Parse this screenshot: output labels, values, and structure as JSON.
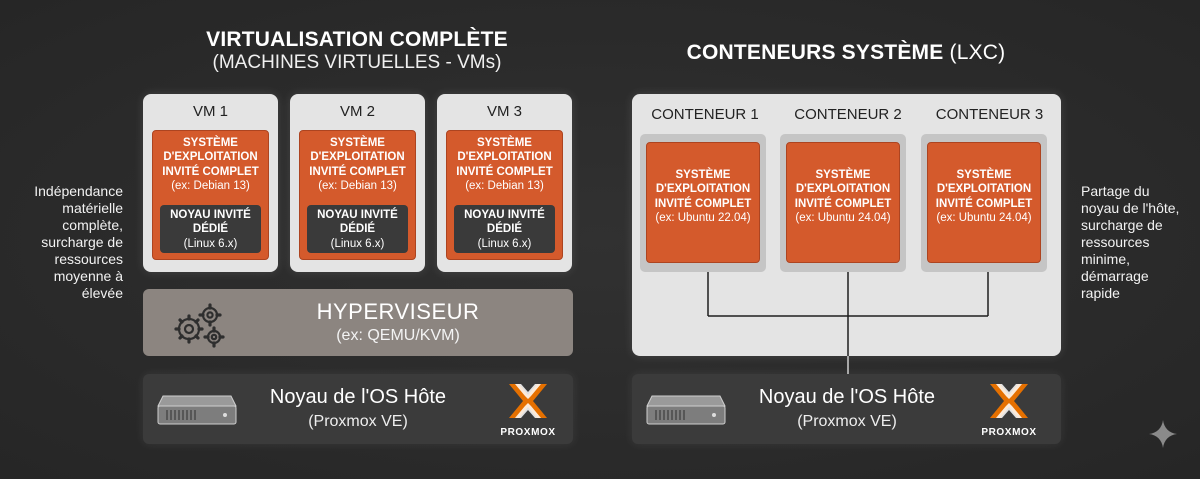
{
  "left": {
    "title_bold": "VIRTUALISATION COMPLÈTE",
    "subtitle": "(MACHINES VIRTUELLES - VMs)",
    "note": "Indépendance matérielle complète, surcharge de ressources moyenne à élevée",
    "vms": [
      {
        "label": "VM 1",
        "os_title": "SYSTÈME D'EXPLOITATION INVITÉ COMPLET",
        "os_ex": "(ex: Debian 13)",
        "kernel_title": "NOYAU INVITÉ DÉDIÉ",
        "kernel_ver": "(Linux 6.x)"
      },
      {
        "label": "VM 2",
        "os_title": "SYSTÈME D'EXPLOITATION INVITÉ COMPLET",
        "os_ex": "(ex: Debian 13)",
        "kernel_title": "NOYAU INVITÉ DÉDIÉ",
        "kernel_ver": "(Linux 6.x)"
      },
      {
        "label": "VM 3",
        "os_title": "SYSTÈME D'EXPLOITATION INVITÉ COMPLET",
        "os_ex": "(ex: Debian 13)",
        "kernel_title": "NOYAU INVITÉ DÉDIÉ",
        "kernel_ver": "(Linux 6.x)"
      }
    ],
    "hypervisor": {
      "title": "HYPERVISEUR",
      "sub": "(ex: QEMU/KVM)",
      "icon": "gears-icon"
    },
    "host": {
      "title": "Noyau de l'OS Hôte",
      "sub": "(Proxmox VE)",
      "icon": "server-icon",
      "logo_text": "PROXMOX"
    }
  },
  "right": {
    "title_bold": "CONTENEURS SYSTÈME",
    "title_light": "(LXC)",
    "note": "Partage du noyau de l'hôte, surcharge de ressources minime, démarrage rapide",
    "containers": [
      {
        "label": "CONTENEUR 1",
        "os_title": "SYSTÈME D'EXPLOITATION INVITÉ COMPLET",
        "os_ex": "(ex: Ubuntu 22.04)"
      },
      {
        "label": "CONTENEUR 2",
        "os_title": "SYSTÈME D'EXPLOITATION INVITÉ COMPLET",
        "os_ex": "(ex: Ubuntu 24.04)"
      },
      {
        "label": "CONTENEUR 3",
        "os_title": "SYSTÈME D'EXPLOITATION INVITÉ COMPLET",
        "os_ex": "(ex: Ubuntu 24.04)"
      }
    ],
    "host": {
      "title": "Noyau de l'OS Hôte",
      "sub": "(Proxmox VE)",
      "icon": "server-icon",
      "logo_text": "PROXMOX"
    }
  },
  "colors": {
    "orange": "#d45a2c",
    "dark_box": "#3a3a3a",
    "card_bg": "#e4e4e4",
    "hypervisor": "#8c8580"
  }
}
